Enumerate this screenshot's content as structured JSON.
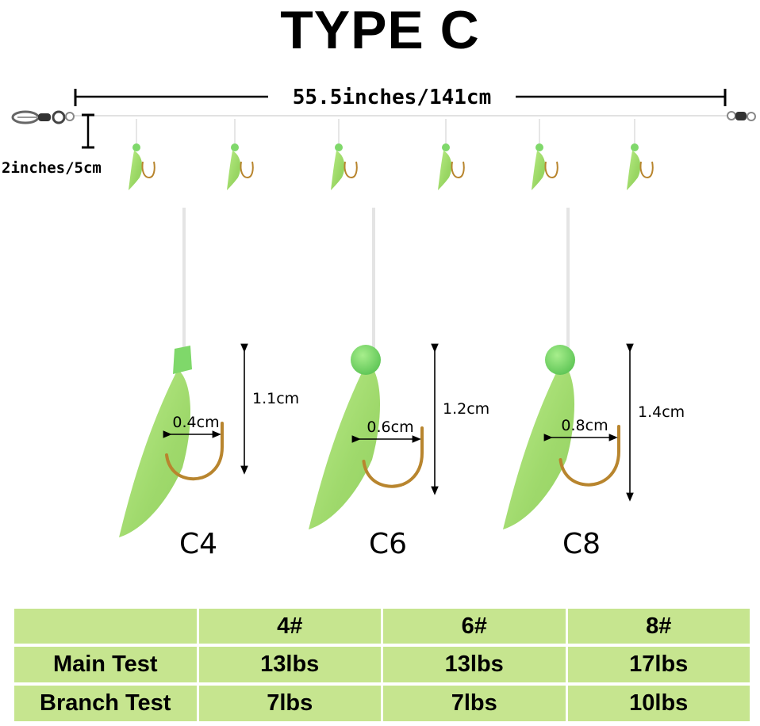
{
  "title": "TYPE C",
  "rig": {
    "total_length": "55.5inches/141cm",
    "branch_length": "2inches/5cm",
    "lure_count": 6
  },
  "hooks": [
    {
      "name": "C4",
      "gap": "0.4cm",
      "height": "1.1cm"
    },
    {
      "name": "C6",
      "gap": "0.6cm",
      "height": "1.2cm"
    },
    {
      "name": "C8",
      "gap": "0.8cm",
      "height": "1.4cm"
    }
  ],
  "table": {
    "columns": [
      "",
      "4#",
      "6#",
      "8#"
    ],
    "rows": [
      {
        "label": "Main Test",
        "values": [
          "13lbs",
          "13lbs",
          "17lbs"
        ]
      },
      {
        "label": "Branch Test",
        "values": [
          "7lbs",
          "7lbs",
          "10lbs"
        ]
      }
    ]
  },
  "colors": {
    "lure_green": "#9fdc6a",
    "bead_green": "#7fd86a",
    "hook_gold": "#b8852e",
    "table_green": "#c6e58f"
  }
}
